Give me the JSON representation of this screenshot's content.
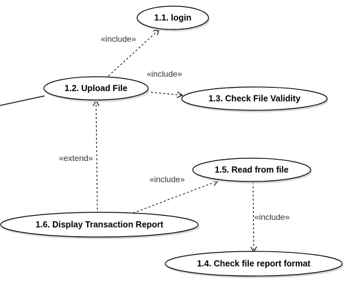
{
  "use_cases": {
    "login": "1.1. login",
    "upload_file": "1.2. Upload File",
    "check_file_validity": "1.3. Check File Validity",
    "read_from_file": "1.5. Read from file",
    "display_transaction_report": "1.6. Display Transaction Report",
    "check_file_report_format": "1.4. Check file report format"
  },
  "relationships": {
    "upload_to_login": "«include»",
    "upload_to_validity": "«include»",
    "report_to_upload": "«extend»",
    "report_to_read": "«include»",
    "read_to_format": "«include»"
  },
  "colors": {
    "line": "#000000",
    "ellipse_fill": "#ffffff",
    "shadow": "#d9d9d9"
  }
}
